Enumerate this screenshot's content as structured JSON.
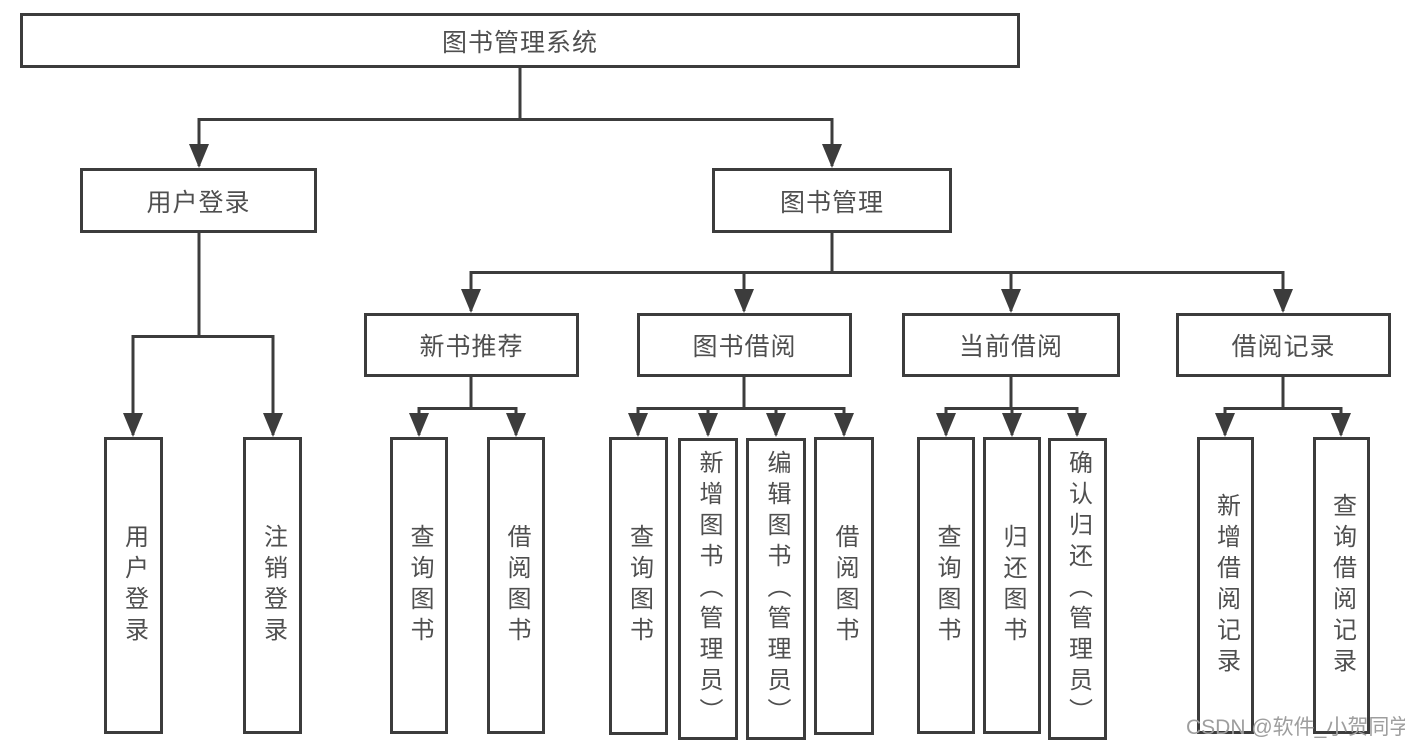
{
  "tree": {
    "root": "图书管理系统",
    "branches": [
      {
        "label": "用户登录",
        "leaves": [
          "用户登录",
          "注销登录"
        ]
      },
      {
        "label": "图书管理",
        "groups": [
          {
            "label": "新书推荐",
            "leaves": [
              "查询图书",
              "借阅图书"
            ]
          },
          {
            "label": "图书借阅",
            "leaves": [
              "查询图书",
              "新增图书（管理员）",
              "编辑图书（管理员）",
              "借阅图书"
            ]
          },
          {
            "label": "当前借阅",
            "leaves": [
              "查询图书",
              "归还图书",
              "确认归还（管理员）"
            ]
          },
          {
            "label": "借阅记录",
            "leaves": [
              "新增借阅记录",
              "查询借阅记录"
            ]
          }
        ]
      }
    ]
  },
  "watermark": {
    "text": "CSDN @软件_小贺同学"
  },
  "colors": {
    "line": "#3c3c3c",
    "text": "#4f4f4f",
    "watermark": "#9e9e9e",
    "background": "#ffffff"
  }
}
